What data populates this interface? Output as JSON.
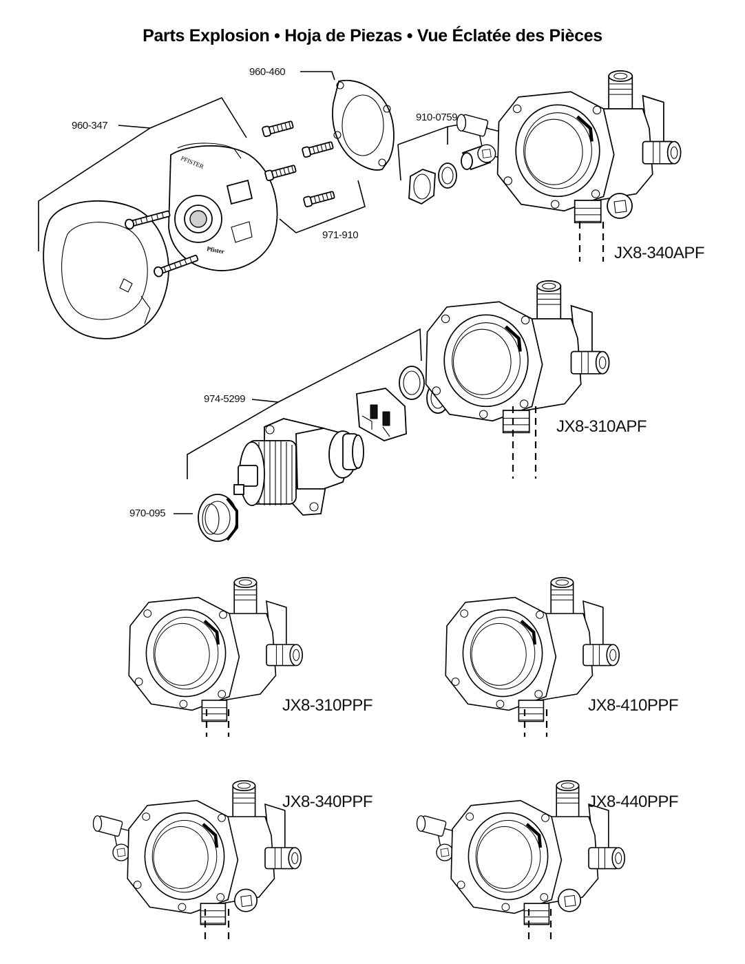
{
  "title": "Parts Explosion  •  Hoja de Piezas  •  Vue Éclatée des Pièces",
  "parts": {
    "p960_460": "960-460",
    "p960_347": "960-347",
    "p910_0759": "910-0759",
    "p971_910": "971-910",
    "p974_5299": "974-5299",
    "p970_095": "970-095"
  },
  "models": {
    "m1": "JX8-340APF",
    "m2": "JX8-310APF",
    "m3": "JX8-310PPF",
    "m4": "JX8-410PPF",
    "m5": "JX8-340PPF",
    "m6": "JX8-440PPF"
  },
  "icons": [
    "trim-plate-icon",
    "screw-icon",
    "gasket-icon",
    "cartridge-icon",
    "retaining-nut-icon",
    "valve-body-icon",
    "o-ring-icon",
    "seat-icon",
    "spring-icon",
    "stop-plate-icon"
  ]
}
